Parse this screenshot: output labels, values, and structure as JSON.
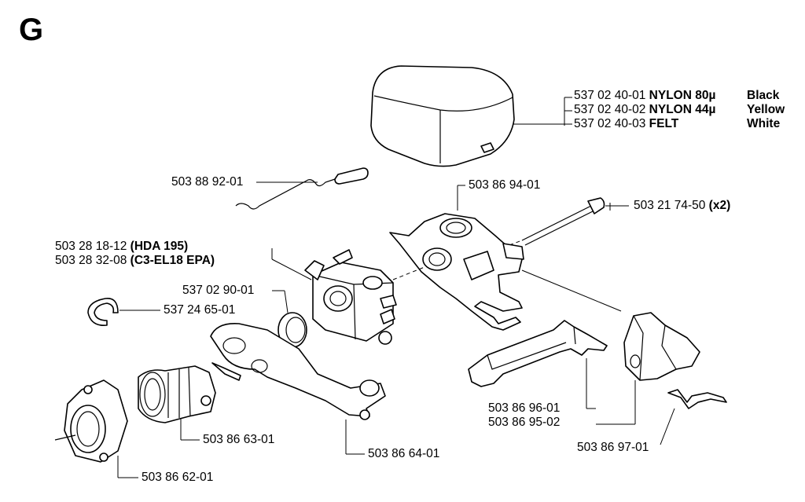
{
  "section": "G",
  "labels": {
    "filter_1_num": "537 02 40-01",
    "filter_1_desc": "NYLON 80µ",
    "filter_1_color": "Black",
    "filter_2_num": "537 02 40-02",
    "filter_2_desc": "NYLON 44µ",
    "filter_2_color": "Yellow",
    "filter_3_num": "537 02 40-03",
    "filter_3_desc": "FELT",
    "filter_3_color": "White",
    "spring_wire": "503 88 92-01",
    "manifold": "503 86 94-01",
    "bolt_num": "503 21 74-50",
    "bolt_qty": "(x2)",
    "carb_1_num": "503 28 18-12",
    "carb_1_desc": "(HDA 195)",
    "carb_2_num": "503 28 32-08",
    "carb_2_desc": "(C3-EL18  EPA)",
    "gasket": "537 02 90-01",
    "circlip": "537 24 65-01",
    "lever_1": "503 86 96-01",
    "lever_2": "503 86 95-02",
    "bracket": "503 86 97-01",
    "intake_boot": "503 86 63-01",
    "support_arm": "503 86 64-01",
    "intake_flange": "503 86 62-01"
  }
}
